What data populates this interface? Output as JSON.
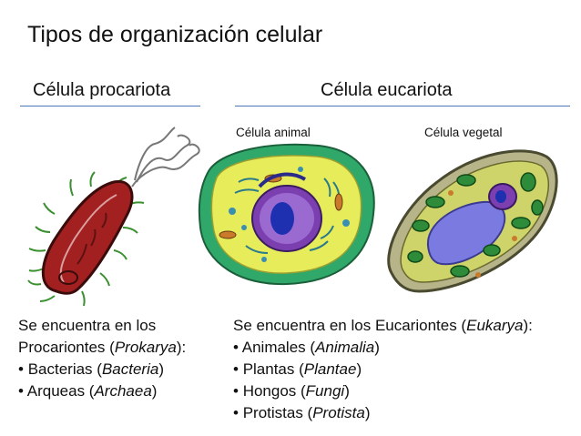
{
  "title": "Tipos de organización celular",
  "headings": {
    "prokaryote": "Célula procariota",
    "eukaryote": "Célula eucariota"
  },
  "sublabels": {
    "animal": "Célula animal",
    "plant": "Célula vegetal"
  },
  "prokaryote_text": {
    "line1": "Se encuentra en los",
    "line2_pre": "Procariontes (",
    "line2_it": "Prokarya",
    "line2_post": "):",
    "items": [
      {
        "bullet": "• ",
        "pre": "Bacterias (",
        "it": "Bacteria",
        "post": ")"
      },
      {
        "bullet": "• ",
        "pre": "Arqueas (",
        "it": "Archaea",
        "post": ")"
      }
    ]
  },
  "eukaryote_text": {
    "line1_pre": "Se encuentra en los Eucariontes (",
    "line1_it": "Eukarya",
    "line1_post": "):",
    "items": [
      {
        "bullet": "• ",
        "pre": "Animales (",
        "it": "Animalia",
        "post": ")"
      },
      {
        "bullet": "• ",
        "pre": "Plantas (",
        "it": "Plantae",
        "post": ")"
      },
      {
        "bullet": "• ",
        "pre": "Hongos (",
        "it": "Fungi",
        "post": ")"
      },
      {
        "bullet": "• ",
        "pre": "Protistas (",
        "it": "Protista",
        "post": ")"
      }
    ]
  },
  "colors": {
    "rule": "#4a78b8",
    "bacterium_body": "#a32020",
    "animal_cytoplasm": "#e6ec5a",
    "animal_border": "#2fa86a",
    "nucleus": "#7b3fb0",
    "plant_vacuole": "#7a7ae0",
    "chloroplast": "#2e8b3a"
  }
}
